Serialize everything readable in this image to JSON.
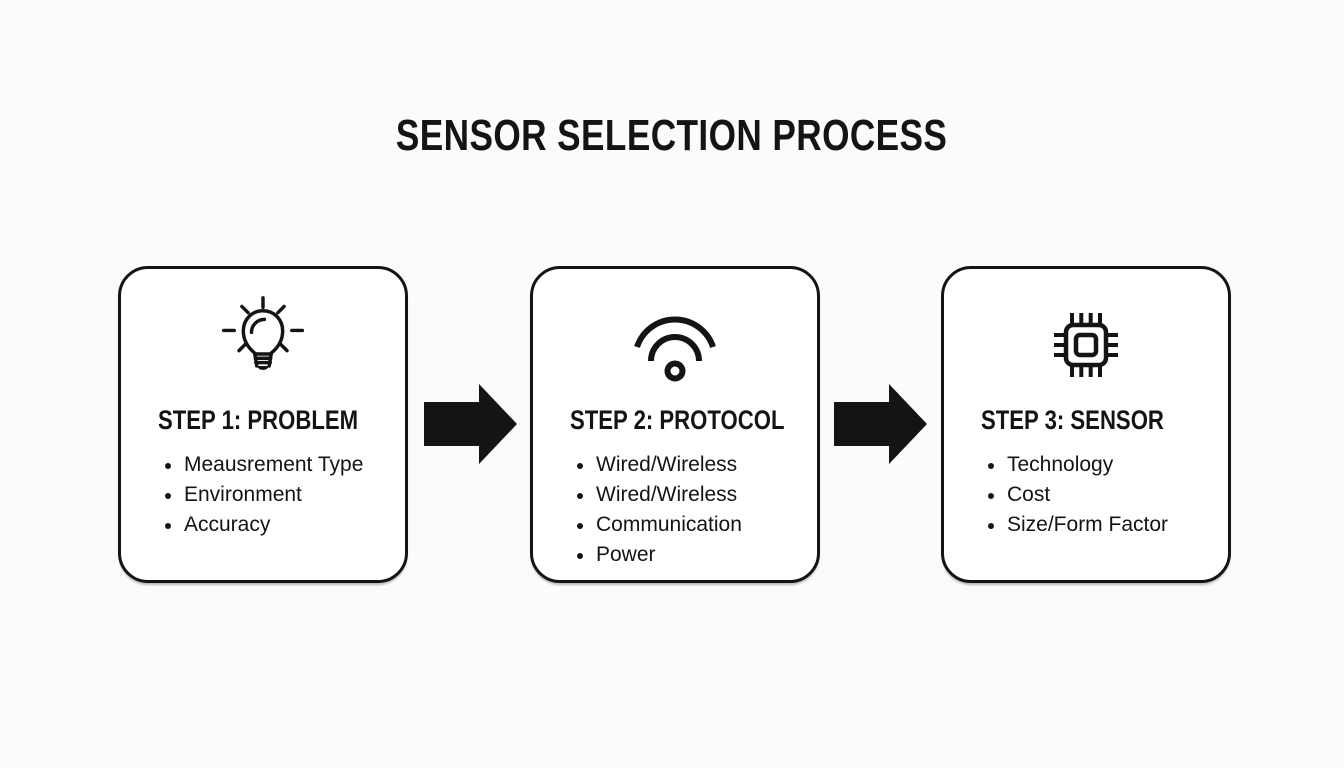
{
  "title": "SENSOR SELECTION PROCESS",
  "steps": [
    {
      "heading": "STEP 1: PROBLEM",
      "icon": "lightbulb-icon",
      "items": [
        "Meausrement Type",
        "Environment",
        "Accuracy"
      ]
    },
    {
      "heading": "STEP 2: PROTOCOL",
      "icon": "wifi-icon",
      "items": [
        "Wired/Wireless",
        "Wired/Wireless",
        "Communication",
        "Power"
      ]
    },
    {
      "heading": "STEP 3: SENSOR",
      "icon": "chip-icon",
      "items": [
        "Technology",
        "Cost",
        "Size/Form Factor"
      ]
    }
  ],
  "connectors": [
    "right-arrow",
    "right-arrow"
  ],
  "colors": {
    "ink": "#141414",
    "background": "#fbfbf9",
    "card": "#ffffff"
  }
}
